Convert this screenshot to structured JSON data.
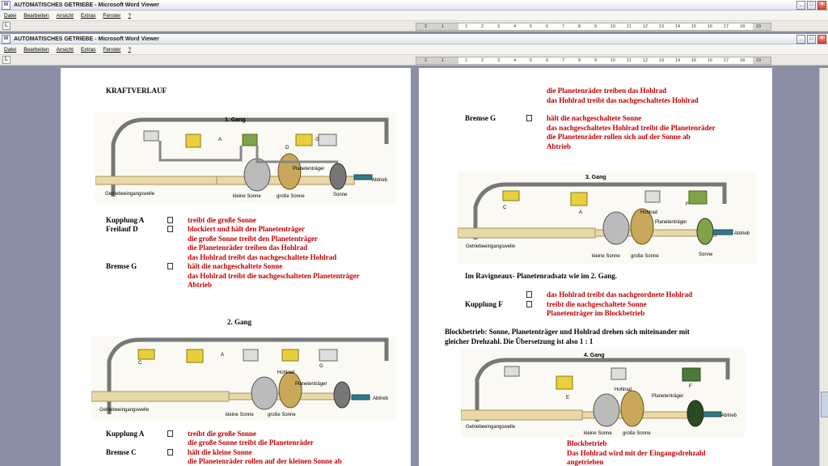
{
  "window": {
    "title": "AUTOMATISCHES GETRIEBE - Microsoft Word Viewer",
    "icon": "word-icon",
    "buttons": {
      "minimize": "_",
      "maximize": "□",
      "close": "×"
    }
  },
  "menu": [
    "Datei",
    "Bearbeiten",
    "Ansicht",
    "Extras",
    "Fenster",
    "?"
  ],
  "ruler": {
    "numbers": [
      "2",
      "1",
      "1",
      "2",
      "3",
      "4",
      "5",
      "6",
      "7",
      "8",
      "9",
      "10",
      "11",
      "12",
      "13",
      "14",
      "15",
      "16",
      "17",
      "18",
      "19"
    ],
    "tab_selector": "L"
  },
  "page1": {
    "heading": "KRAFTVERLAUF",
    "diagram1": {
      "title": "1. Gang",
      "labels": {
        "a": "A",
        "d": "D",
        "g": "G",
        "planet": "Planetenträger",
        "abtrieb": "Abtrieb",
        "input": "Getriebeeingangswelle",
        "small_sun": "kleine Sonne",
        "big_sun": "große Sonne",
        "sonne": "Sonne"
      }
    },
    "gang1": [
      {
        "name": "Kupplung A",
        "text": "treibt die große Sonne"
      },
      {
        "name": "Freilauf D",
        "text": "blockiert und hält den Planetenträger"
      },
      {
        "name": "",
        "text": "die große Sonne treibt den Planetenträger"
      },
      {
        "name": "",
        "text": "die Planetenräder treiben das Hohlrad"
      },
      {
        "name": "",
        "text": "das Hohlrad treibt das nachgeschaltete Hohlrad"
      },
      {
        "name": "Bremse G",
        "text": "hält die nachgeschaltete Sonne"
      },
      {
        "name": "",
        "text": "das Hohlrad treibt die nachgeschalteten Planetenträger"
      },
      {
        "name": "",
        "text": "Abtrieb"
      }
    ],
    "gang2_heading": "2. Gang",
    "diagram2": {
      "labels": {
        "c": "C",
        "a": "A",
        "g": "G",
        "hohlrad": "Hohlrad",
        "planet": "Planetenträger",
        "abtrieb": "Abtrieb",
        "input": "Getriebeeingangswelle",
        "small_sun": "kleine Sonne",
        "big_sun": "große Sonne"
      }
    },
    "gang2": [
      {
        "name": "Kupplung A",
        "text": "treibt die große Sonne"
      },
      {
        "name": "",
        "text": "die große Sonne treibt die Planetenräder"
      },
      {
        "name": "Bremse C",
        "text": "hält die kleine Sonne"
      },
      {
        "name": "",
        "text": "die Planetenräder rollen auf der kleinen Sonne ab"
      }
    ]
  },
  "page2": {
    "top_lines": [
      "die Planetenräder treiben das Hohlrad",
      "das Hohlrad treibt das nachgeschaltetes Hohlrad"
    ],
    "bremse_g": {
      "name": "Bremse G",
      "lines": [
        "hält die nachgeschaltete Sonne",
        "das nachgeschaltetes Hohlrad treibt die Planetenräder",
        "die Planetenräder rollen sich auf der Sonne ab",
        "Abtrieb"
      ]
    },
    "diagram3": {
      "title": "3. Gang",
      "labels": {
        "c": "C",
        "a": "A",
        "f": "F",
        "hohlrad": "Hohlrad",
        "planet": "Planetenträger",
        "abtrieb": "Abtrieb",
        "input": "Getriebeeingangswelle",
        "small_sun": "kleine Sonne",
        "big_sun": "große Sonne",
        "sonne": "Sonne"
      }
    },
    "ravigneaux": "Im Ravigneaux- Planetenradsatz wie im 2. Gang.",
    "gang3": [
      {
        "name": "",
        "text": "das Hohlrad treibt das nachgeordnete Hohlrad"
      },
      {
        "name": "Kupplung F",
        "text": "treibt die nachgeschaltete Sonne"
      },
      {
        "name": "",
        "text": "Planetenträger im Blockbetrieb"
      }
    ],
    "blockbetrieb": [
      "Blockbetrieb: Sonne, Planetenträger und Hohlrad drehen sich miteinander mit",
      "gleicher Drehzahl. Die Übersetzung ist also 1 : 1"
    ],
    "diagram4": {
      "title": "4. Gang",
      "labels": {
        "e": "E",
        "f": "F",
        "hohlrad": "Hohlrad",
        "planet": "Planetenträger",
        "abtrieb": "Abtrieb",
        "input": "Getriebeeingangswelle",
        "small_sun": "kleine Sonne",
        "big_sun": "große Sonne"
      }
    },
    "bottom_lines": [
      "Blockbetrieb",
      "Das Hohlrad wird mit der Eingangsdrehzahl",
      "angetrieben"
    ]
  },
  "colors": {
    "clutch_yellow": "#e8cf3c",
    "clutch_green": "#7fa347",
    "shaft_beige": "#e9d9a8",
    "red_text": "#c00000"
  }
}
